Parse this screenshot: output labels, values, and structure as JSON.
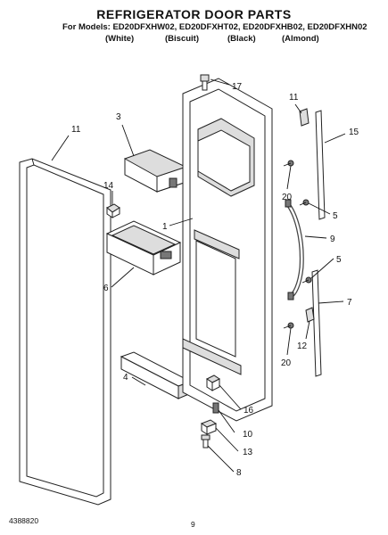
{
  "header": {
    "title": "REFRIGERATOR DOOR PARTS",
    "models_line": "For Models: ED20DFXHW02, ED20DFXHT02, ED20DFXHB02, ED20DFXHN02",
    "variants": [
      "(White)",
      "(Biscuit)",
      "(Black)",
      "(Almond)"
    ]
  },
  "callouts": [
    "1",
    "3",
    "4",
    "5",
    "5",
    "6",
    "7",
    "8",
    "9",
    "10",
    "11",
    "11",
    "12",
    "13",
    "14",
    "15",
    "16",
    "17",
    "20",
    "20"
  ],
  "footer": {
    "part_number": "4388820",
    "page": "9"
  }
}
